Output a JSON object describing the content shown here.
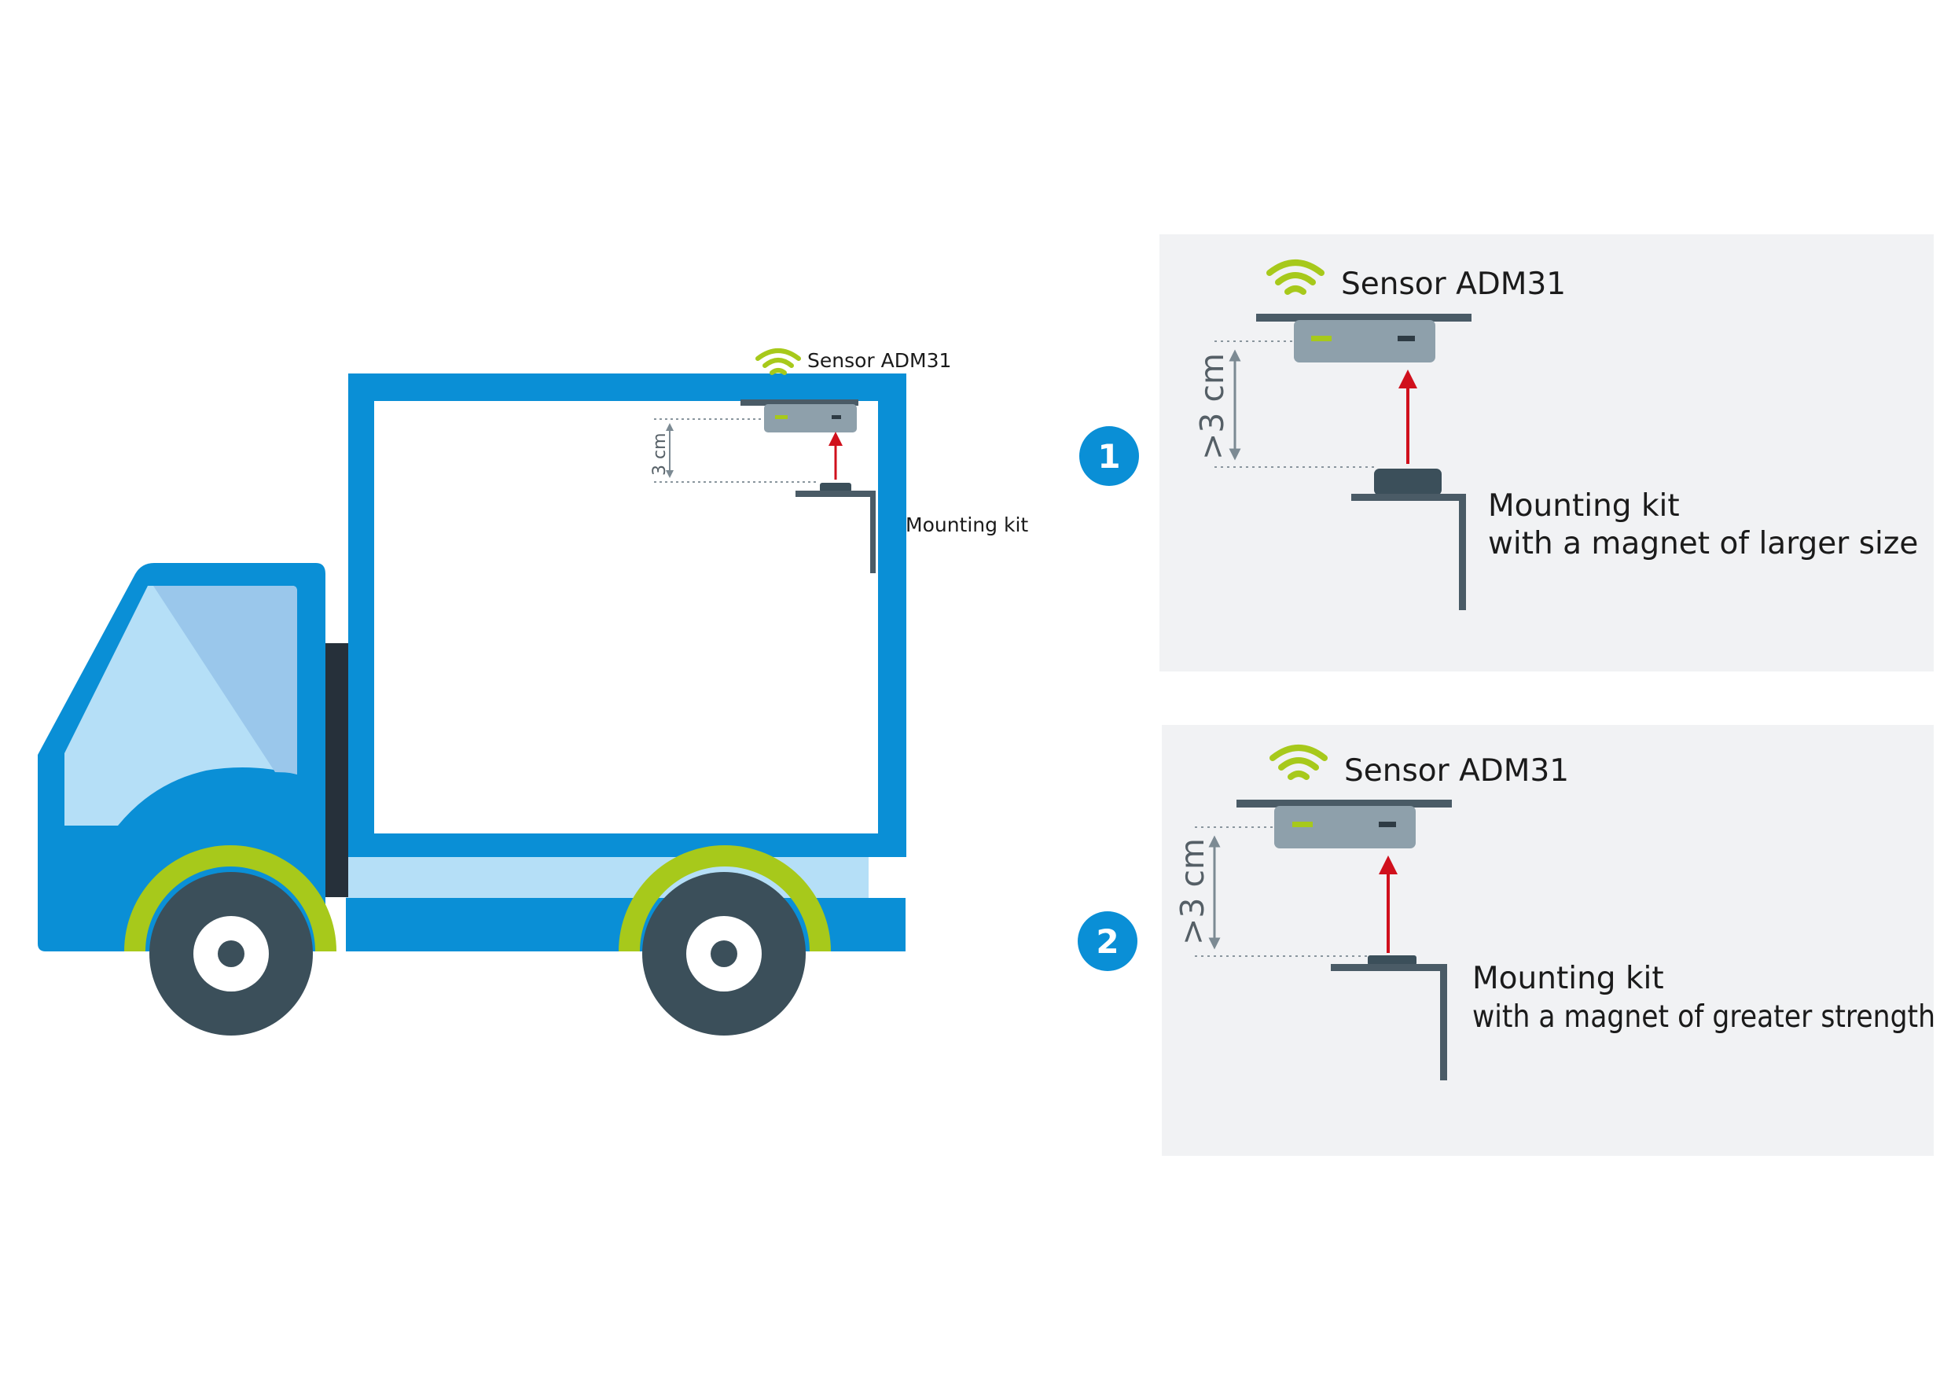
{
  "truck": {
    "sensor_label": "Sensor ADM31",
    "distance_label": "3 cm",
    "mount_label": "Mounting kit"
  },
  "panels": [
    {
      "number": "1",
      "sensor_label": "Sensor ADM31",
      "distance_label": ">3 cm",
      "mount_line1": "Mounting kit",
      "mount_line2": "with a magnet of larger size"
    },
    {
      "number": "2",
      "sensor_label": "Sensor ADM31",
      "distance_label": ">3 cm",
      "mount_line1": "Mounting kit",
      "mount_line2": "with a magnet of greater strength"
    }
  ],
  "colors": {
    "truck_blue": "#0a8fd6",
    "glass_light": "#b5dff7",
    "glass_mid": "#9ac7eb",
    "wheel_dark": "#3b4f5a",
    "fender_green": "#a7c91b",
    "sensor_grey": "#8ea0ab",
    "bracket_dark": "#4a5b66",
    "arrow_red": "#d0101c",
    "panel_bg": "#f1f2f4",
    "badge_blue": "#0a8fd6",
    "wifi_green": "#a7c91b"
  }
}
